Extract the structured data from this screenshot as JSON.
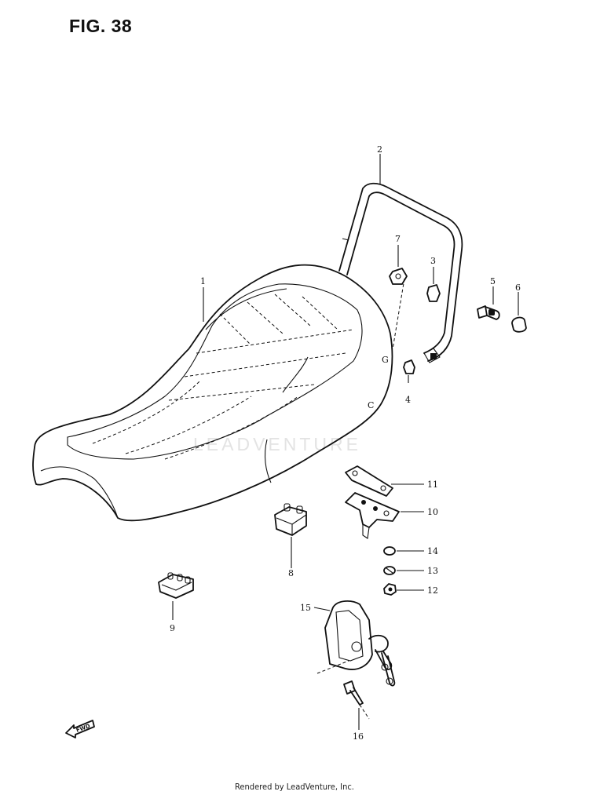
{
  "figure": {
    "title": "FIG. 38"
  },
  "watermark": {
    "text": "LEADVENTURE"
  },
  "fwd_marker": {
    "label": "FWD",
    "icon": "fwd-arrow-icon"
  },
  "callouts": [
    {
      "id": "1",
      "label": "1"
    },
    {
      "id": "2",
      "label": "2"
    },
    {
      "id": "3",
      "label": "3"
    },
    {
      "id": "4",
      "label": "4"
    },
    {
      "id": "5",
      "label": "5"
    },
    {
      "id": "6",
      "label": "6"
    },
    {
      "id": "7",
      "label": "7"
    },
    {
      "id": "8",
      "label": "8"
    },
    {
      "id": "9",
      "label": "9"
    },
    {
      "id": "10",
      "label": "10"
    },
    {
      "id": "11",
      "label": "11"
    },
    {
      "id": "12",
      "label": "12"
    },
    {
      "id": "13",
      "label": "13"
    },
    {
      "id": "14",
      "label": "14"
    },
    {
      "id": "15",
      "label": "15"
    },
    {
      "id": "16",
      "label": "16"
    }
  ],
  "footer": {
    "text": "Rendered by LeadVenture, Inc."
  }
}
